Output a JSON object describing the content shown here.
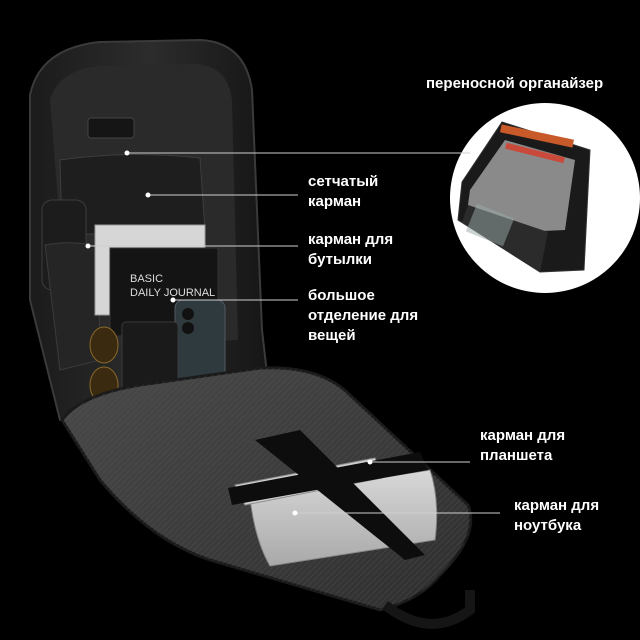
{
  "labels": {
    "organizer": "переносной органайзер",
    "mesh_line1": "сетчатый",
    "mesh_line2": "карман",
    "bottle_line1": "карман для",
    "bottle_line2": "бутылки",
    "main_line1": "большое",
    "main_line2": "отделение для",
    "main_line3": "вещей",
    "tablet_line1": "карман для",
    "tablet_line2": "планшета",
    "laptop_line1": "карман для",
    "laptop_line2": "ноутбука"
  },
  "product_text": {
    "notebook_line1": "BASIC",
    "notebook_line2": "DAILY JOURNAL"
  },
  "colors": {
    "background": "#000000",
    "label_text": "#ffffff",
    "leader_line": "#cfcfcf"
  }
}
